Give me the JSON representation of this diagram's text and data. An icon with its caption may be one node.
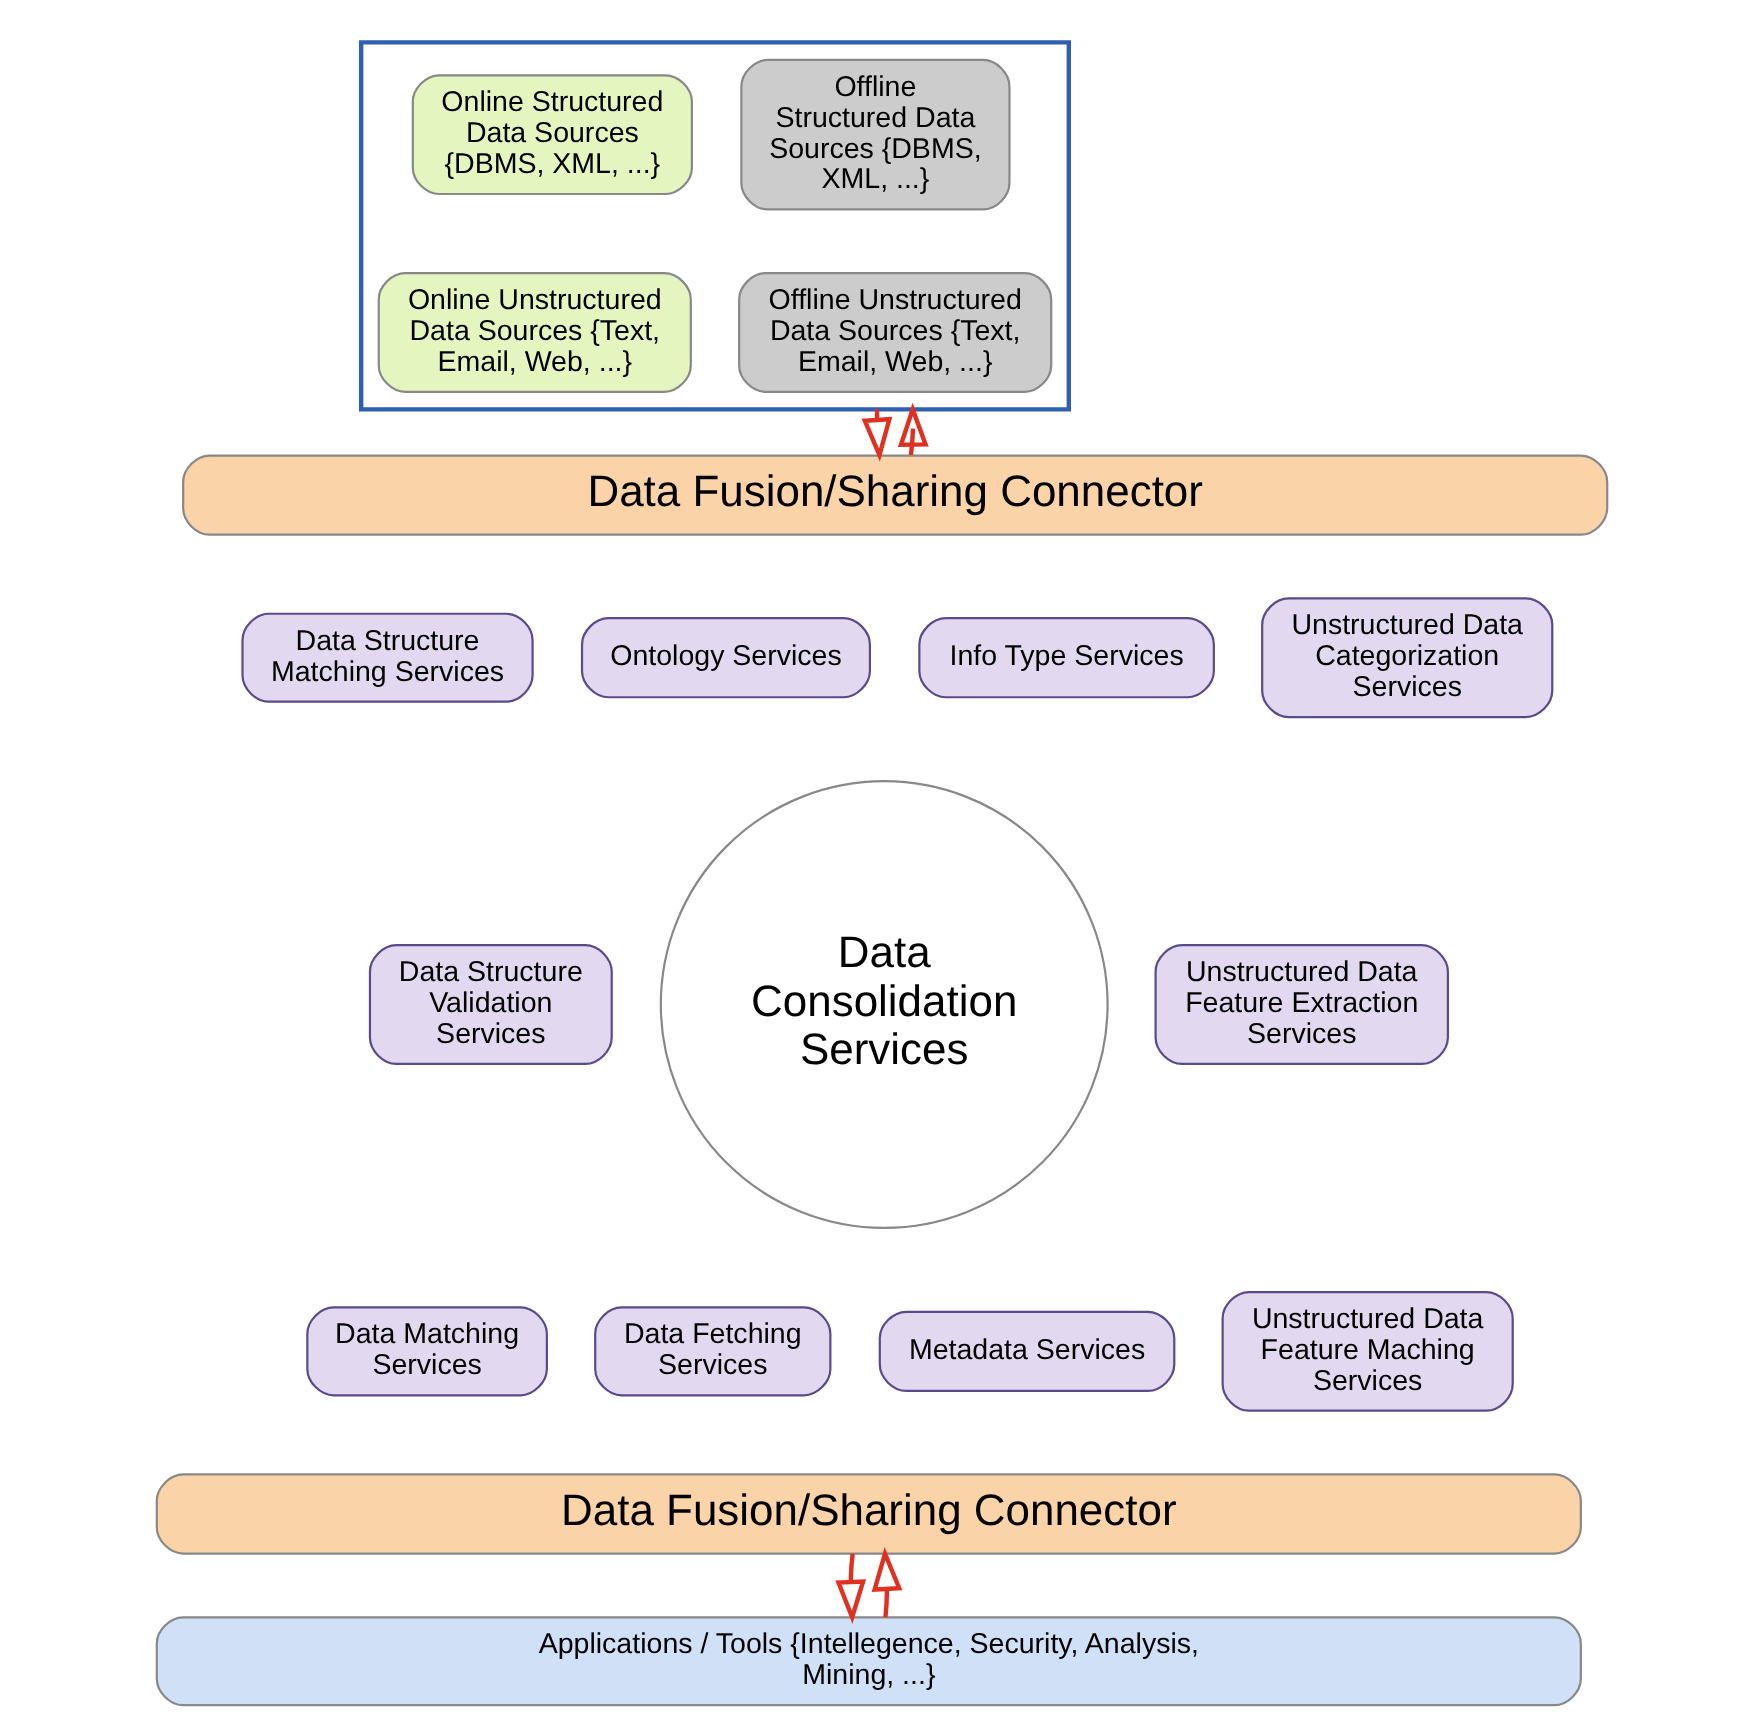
{
  "diagram": {
    "nodes": [
      {
        "text": [],
        "shape": "box"
      },
      {
        "text": [
          "Online Structured Data Sources {DBMS, XML, ...}"
        ],
        "in": 0
      },
      {
        "text": [
          "Offline Structured Data Sources {DBMS, XML, ...}"
        ],
        "in": 0
      },
      {
        "text": [
          "Online Unstructured Data Sources {Text, Email, Web, ...}"
        ],
        "in": 0
      },
      {
        "text": [
          "Offline Unstructured Data Sources {Text, Email, Web, ...}"
        ],
        "in": 0
      },
      {
        "text": [
          "Data Fusion/Sharing Connector"
        ]
      },
      {
        "text": [
          "Data Structure Matching Services"
        ]
      },
      {
        "text": [
          "Ontology Services"
        ]
      },
      {
        "text": [
          "Info Type Services"
        ]
      },
      {
        "text": [
          "Unstructured Data Categorization Services"
        ]
      },
      {
        "text": [
          "Data Structure Validation Services"
        ]
      },
      {
        "text": [
          "Data Consolidation Services"
        ]
      },
      {
        "text": [
          "Unstructured Data Feature Extraction Services"
        ]
      },
      {
        "text": [
          "Data Matching Services"
        ]
      },
      {
        "text": [
          "Data Fetching Services"
        ]
      },
      {
        "text": [
          "Metadata Services"
        ]
      },
      {
        "text": [
          "Unstructured Data Feature Maching Services"
        ]
      },
      {
        "text": [
          "Data Fusion/Sharing Connector"
        ]
      },
      {
        "text": [
          "Applications / Tools {Intellegence, Security, Analysis, Mining, ...}"
        ]
      }
    ],
    "edges": [
      {
        "from": 0,
        "to": 5,
        "arrow": "to"
      },
      {
        "from": 5,
        "to": 0,
        "arrow": "to"
      },
      {
        "from": 17,
        "to": 18,
        "arrow": "to"
      },
      {
        "from": 18,
        "to": 17,
        "arrow": "to"
      }
    ]
  }
}
